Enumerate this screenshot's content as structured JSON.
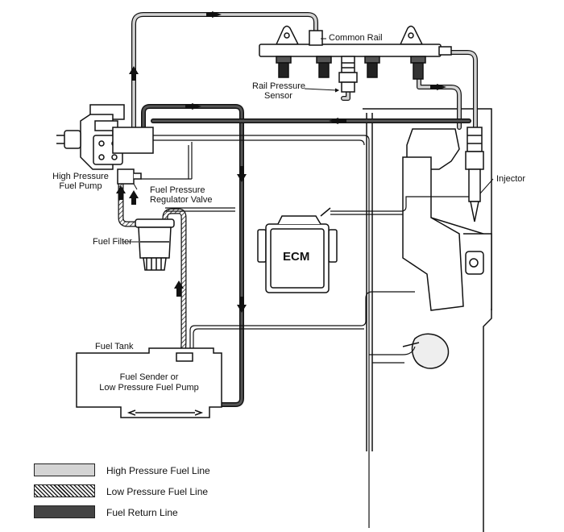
{
  "labels": {
    "common_rail": "Common Rail",
    "rail_pressure_sensor_line1": "Rail Pressure",
    "rail_pressure_sensor_line2": "Sensor",
    "injector": "Injector",
    "high_pressure_pump_line1": "High Pressure",
    "high_pressure_pump_line2": "Fuel Pump",
    "regulator_valve_line1": "Fuel Pressure",
    "regulator_valve_line2": "Regulator Valve",
    "fuel_filter": "Fuel Filter",
    "ecm": "ECM",
    "fuel_tank": "Fuel Tank",
    "fuel_sender_line1": "Fuel Sender or",
    "fuel_sender_line2": "Low Pressure Fuel Pump"
  },
  "legend": [
    {
      "label": "High Pressure Fuel Line",
      "color": "#d4d4d4",
      "pattern": "solid"
    },
    {
      "label": "Low Pressure Fuel Line",
      "color": "#ffffff",
      "pattern": "hatched"
    },
    {
      "label": "Fuel Return Line",
      "color": "#444444",
      "pattern": "solid"
    }
  ]
}
